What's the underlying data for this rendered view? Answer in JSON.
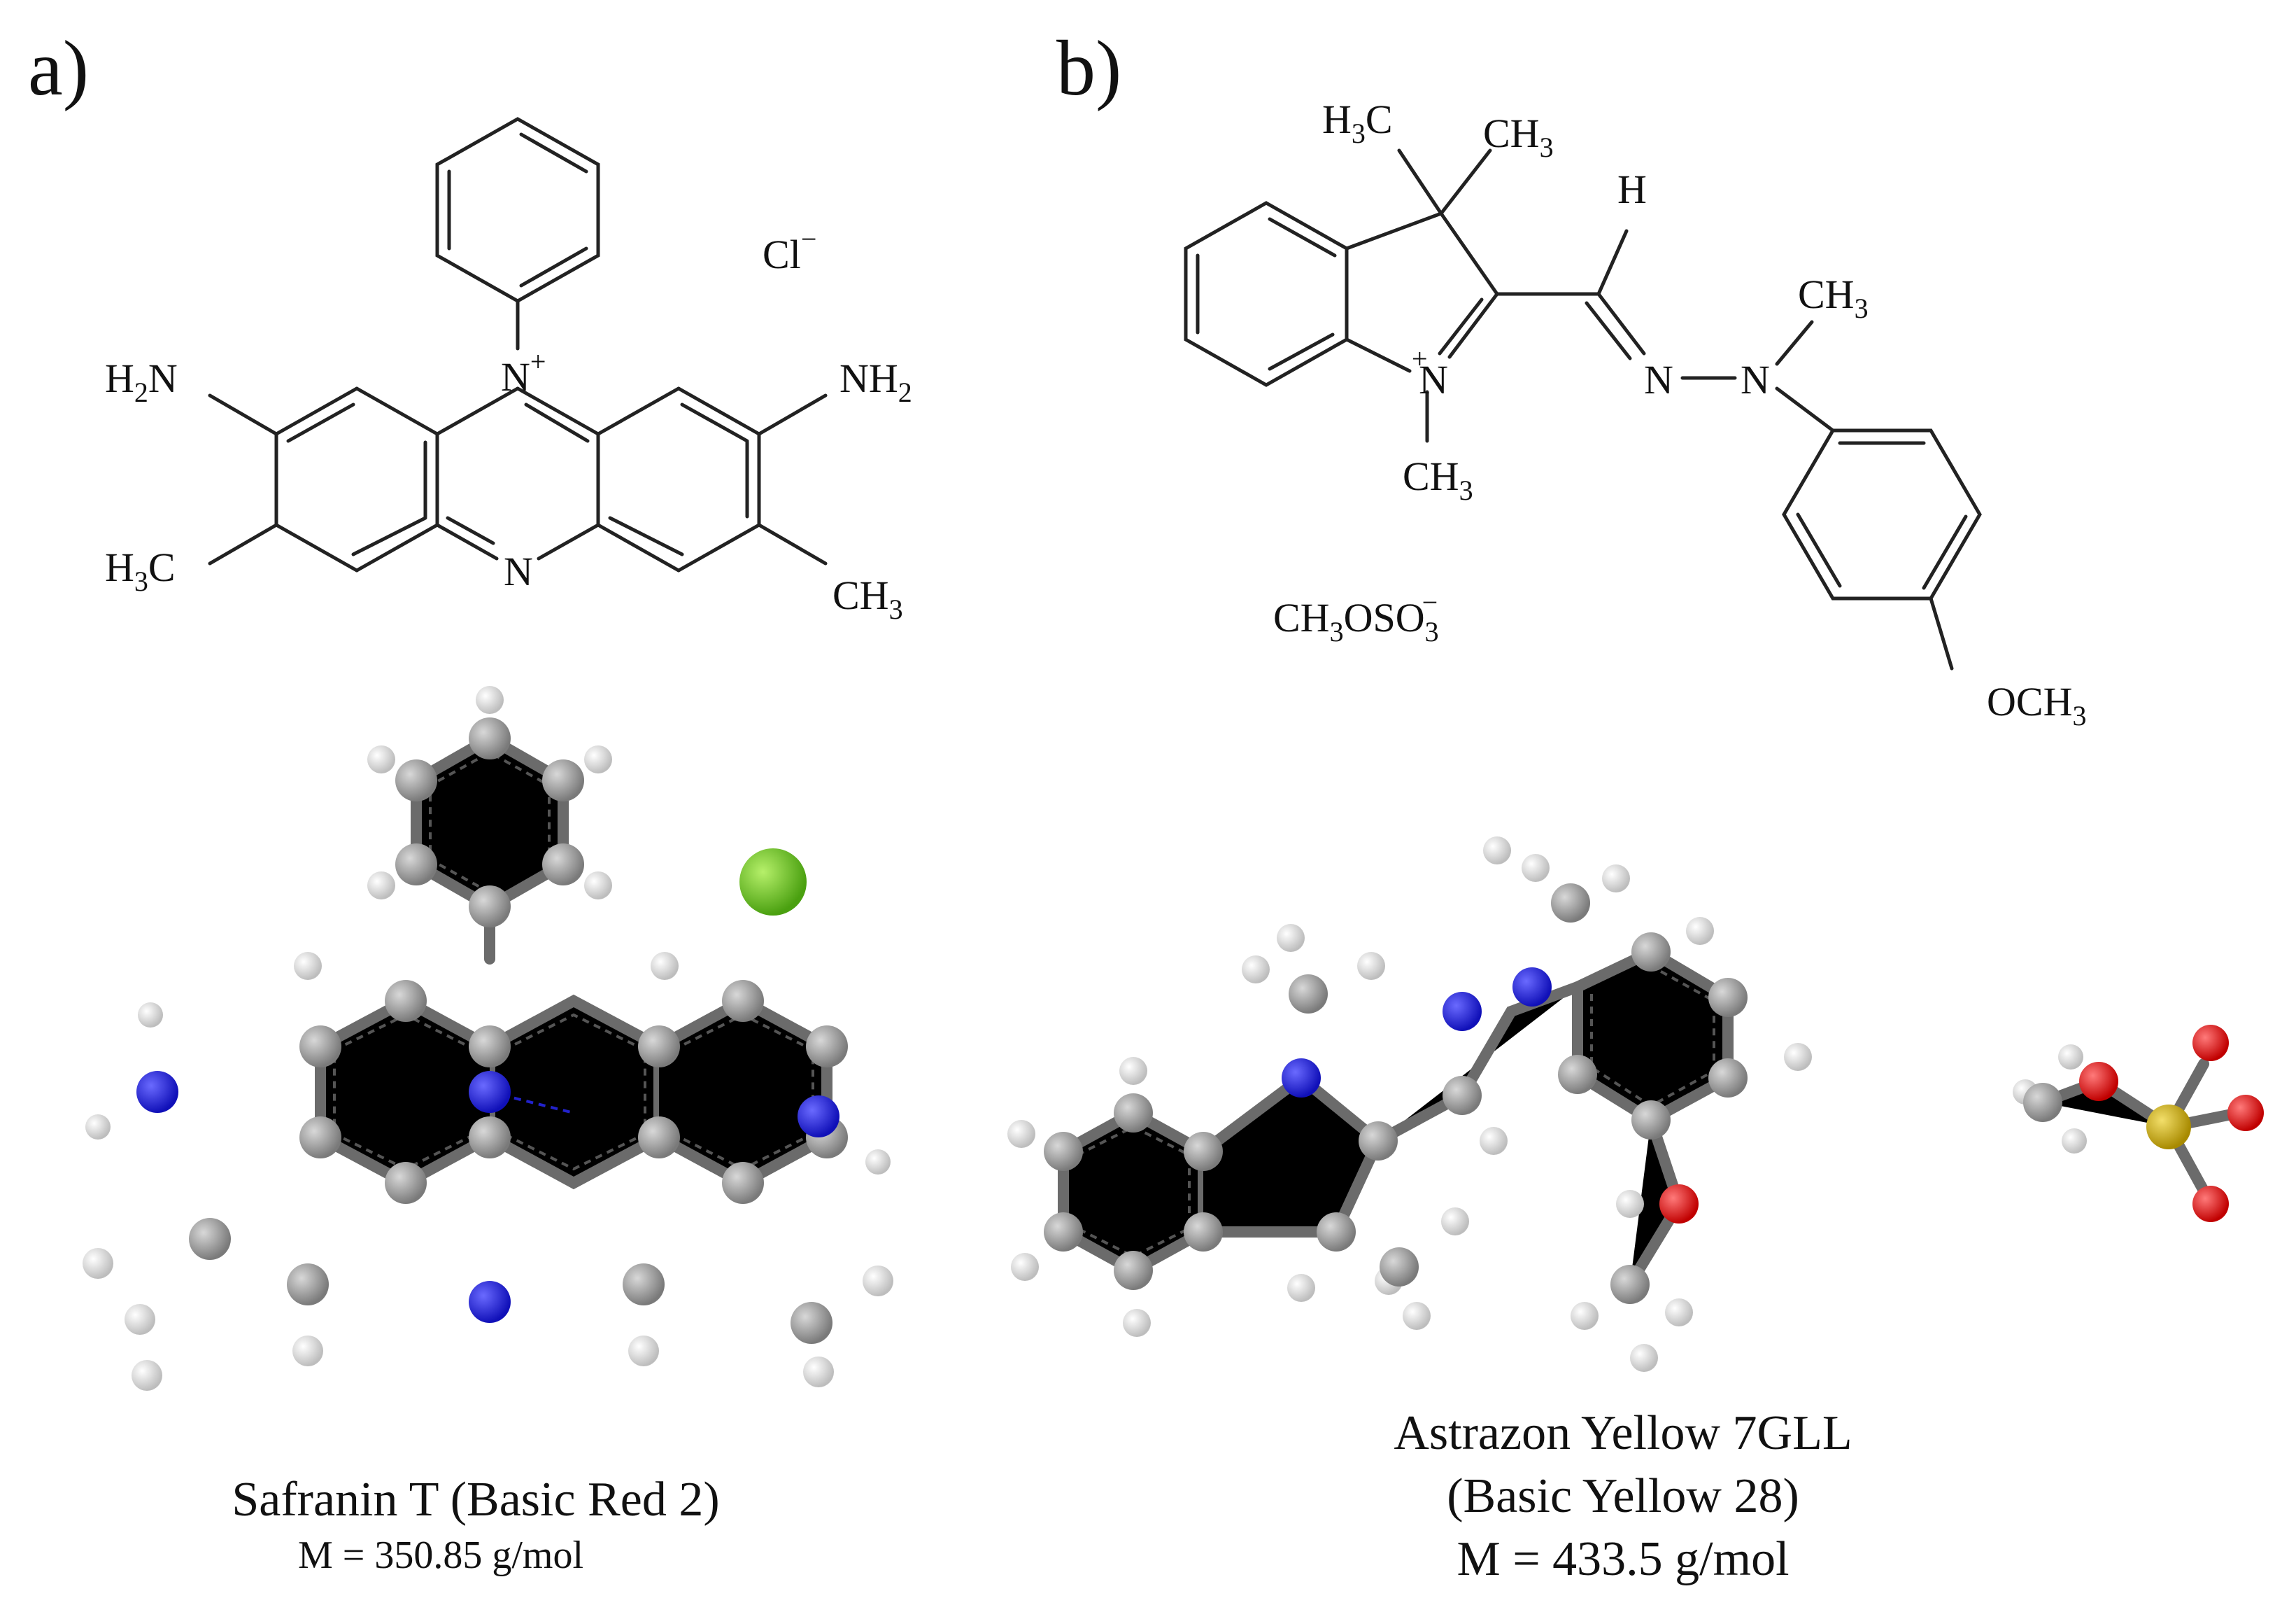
{
  "panels": {
    "a": {
      "label": "a)"
    },
    "b": {
      "label": "b)"
    }
  },
  "structure_a": {
    "cation_charge": "+",
    "counter_ion": "Cl",
    "counter_ion_charge": "−",
    "amine_left": {
      "main": "H",
      "sub": "2",
      "tail": "N"
    },
    "amine_right": {
      "main": "NH",
      "sub": "2"
    },
    "ring_nitrogen_top": "N",
    "ring_nitrogen_bottom": "N",
    "methyl_left": {
      "main": "H",
      "sub": "3",
      "tail": "C"
    },
    "methyl_right": {
      "main": "CH",
      "sub": "3"
    }
  },
  "structure_b": {
    "gem_methyl_left": {
      "main": "H",
      "sub": "3",
      "tail": "C"
    },
    "gem_methyl_right": {
      "main": "CH",
      "sub": "3"
    },
    "vinyl_h": "H",
    "ring_nitrogen": "N",
    "ring_nitrogen_charge": "+",
    "n_methyl": {
      "main": "CH",
      "sub": "3"
    },
    "azo_n1": "N",
    "azo_n2": "N",
    "azo_methyl": {
      "main": "CH",
      "sub": "3"
    },
    "methoxy": {
      "main": "OCH",
      "sub": "3"
    },
    "counter_ion": {
      "a": "CH",
      "a_sub": "3",
      "b": "OSO",
      "b_sub": "3",
      "charge": "−"
    }
  },
  "captions": {
    "a": {
      "name": "Safranin T (Basic Red 2)",
      "mass": "M = 350.85 g/mol"
    },
    "b": {
      "name_line1": "Astrazon Yellow 7GLL",
      "name_line2": "(Basic Yellow 28)",
      "mass": "M = 433.5 g/mol"
    }
  },
  "colors": {
    "carbon": "#8a8a8a",
    "hydrogen": "#e8e8e8",
    "nitrogen": "#1a1ad6",
    "oxygen": "#dd1111",
    "sulfur": "#c8a618",
    "chlorine": "#66cc22"
  },
  "icons": {
    "carbon_atom": "grey-sphere-icon",
    "hydrogen_atom": "white-sphere-icon",
    "nitrogen_atom": "blue-sphere-icon",
    "oxygen_atom": "red-sphere-icon",
    "sulfur_atom": "yellow-sphere-icon",
    "chlorine_atom": "green-sphere-icon"
  }
}
